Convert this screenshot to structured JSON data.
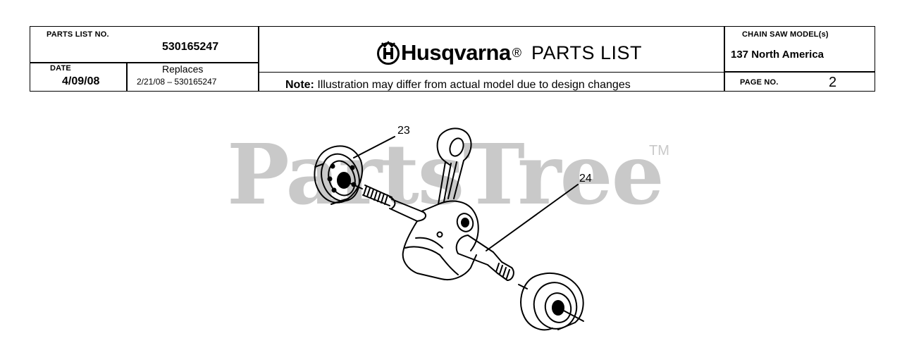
{
  "header": {
    "parts_list_label": "PARTS LIST NO.",
    "parts_list_no": "530165247",
    "date_label": "DATE",
    "date": "4/09/08",
    "replaces_label": "Replaces",
    "replaces": "2/21/08 – 530165247",
    "brand": "Husqvarna",
    "registered_mark": "®",
    "title": "PARTS LIST",
    "note_label": "Note:",
    "note_text": " Illustration may differ from actual model due to design changes",
    "model_label": "CHAIN SAW MODEL(s)",
    "model": "137 North America",
    "page_label": "PAGE  NO.",
    "page_no": "2",
    "brand_icon": "husqvarna-crown-logo-icon"
  },
  "watermark": {
    "text": "PartsTree",
    "tm": "TM"
  },
  "diagram": {
    "callouts": [
      {
        "id": "23"
      },
      {
        "id": "24"
      }
    ]
  }
}
